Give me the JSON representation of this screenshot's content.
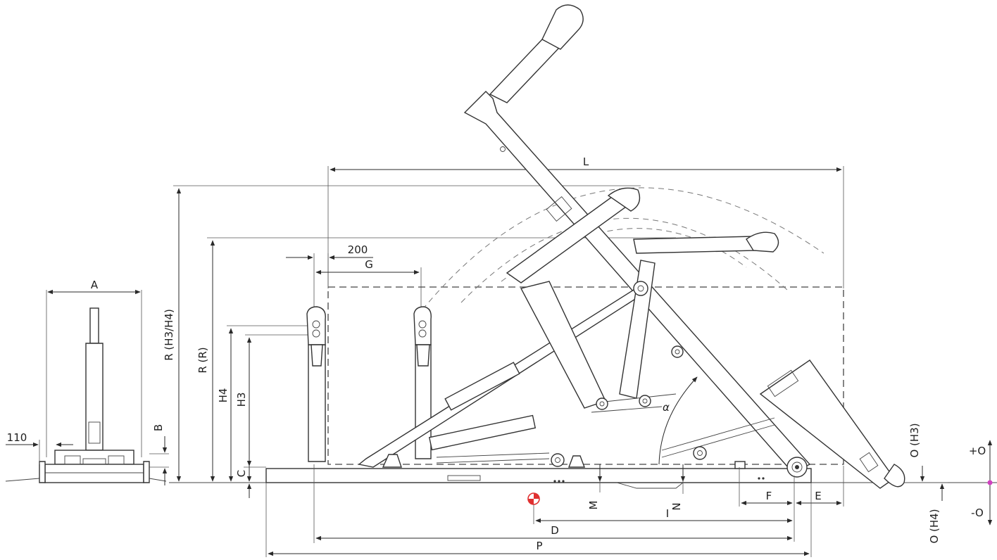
{
  "labels": {
    "A": "A",
    "B": "B",
    "C": "C",
    "D": "D",
    "E": "E",
    "F": "F",
    "G": "G",
    "H3": "H3",
    "H4": "H4",
    "I": "I",
    "L": "L",
    "M": "M",
    "N": "N",
    "P": "P",
    "R_R": "R (R)",
    "R_H3H4": "R (H3/H4)",
    "O_H3": "O (H3)",
    "O_H4": "O (H4)",
    "dim_110": "110",
    "dim_200": "200",
    "plus_O": "+O",
    "minus_O": "-O",
    "alpha": "α"
  },
  "colors": {
    "line": "#2a2a2a",
    "cog_marker": "#e03030",
    "origin_dot": "#d040c0"
  }
}
